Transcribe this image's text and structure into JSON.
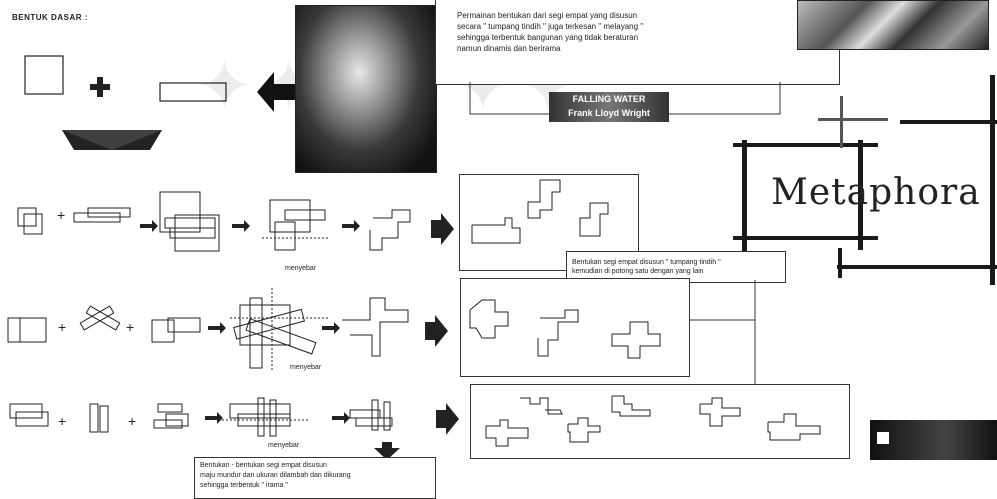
{
  "title": "BENTUK DASAR :",
  "caption_top": "Permainan bentukan dari segi empat yang disusun \" secara \" tumpang tindih \" juga terkesan \" melayang \" sehingga terbentuk bangunan yang tidak beraturan namun dinamis dan berirama",
  "caption_top_lines": [
    "Permainan  bentukan dari  segi empat yang disusun",
    " secara \" tumpang tindih \" juga terkesan \" melayang \"",
    "sehingga terbentuk bangunan yang tidak beraturan",
    "namun dinamis dan berirama"
  ],
  "photo_label_line1": "FALLING WATER",
  "photo_label_line2": "Frank Lloyd Wright",
  "metaphor_word": "Metaphora",
  "row1_note": "menyebar",
  "row2_note": "menyebar",
  "row3_note": "menyebar",
  "caption_mid_lines": [
    "Bentukan segi empat disusun \" tumpang tindih \"",
    "kemudian di potong satu dengan yang lain"
  ],
  "caption_bottom_lines": [
    "Bentukan - bentukan segi empat disusun",
    "maju mundur dan ukuran dilambah dan dikurang",
    "sehingga terbentuk \" irama \""
  ],
  "colors": {
    "ink": "#1a1a1a",
    "paper": "#ffffff",
    "photo_dark": "#222222"
  }
}
